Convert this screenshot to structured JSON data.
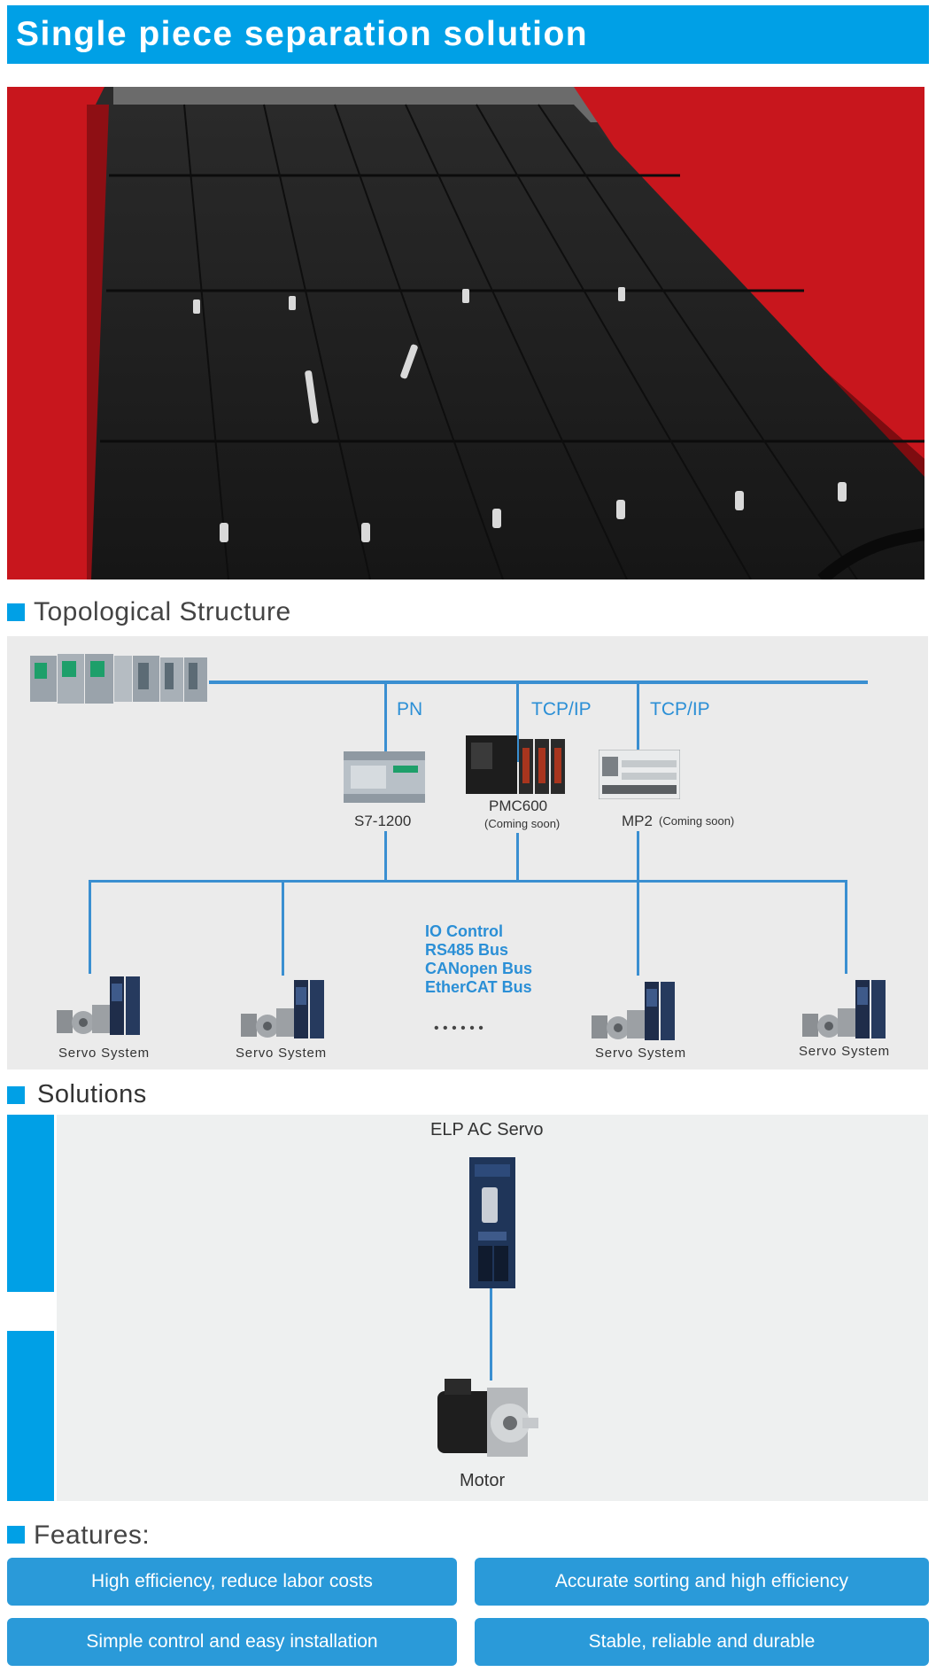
{
  "header": {
    "title": "Single piece separation solution"
  },
  "sections": {
    "topology": "Topological Structure",
    "solutions": "Solutions",
    "features": "Features:"
  },
  "topology": {
    "links": [
      "PN",
      "TCP/IP",
      "TCP/IP"
    ],
    "controllers": [
      {
        "name": "S7-1200",
        "note": ""
      },
      {
        "name": "PMC600",
        "note": "(Coming soon)"
      },
      {
        "name": "MP2",
        "note": "(Coming soon)"
      }
    ],
    "buses": [
      "IO Control",
      "RS485 Bus",
      "CANopen Bus",
      "EtherCAT Bus"
    ],
    "ellipsis": "• • • • • •",
    "servos": [
      "Servo System",
      "Servo System",
      "Servo System",
      "Servo System"
    ]
  },
  "solutions": {
    "servo_title": "ELP AC Servo",
    "motor_title": "Motor"
  },
  "features": [
    "High efficiency, reduce labor costs",
    "Accurate sorting and high efficiency",
    "Simple control and easy installation",
    "Stable, reliable and durable"
  ],
  "colors": {
    "accent": "#00a0e6",
    "line": "#3a8fd1",
    "button": "#2a9ad9",
    "frame_red": "#c8161d"
  }
}
